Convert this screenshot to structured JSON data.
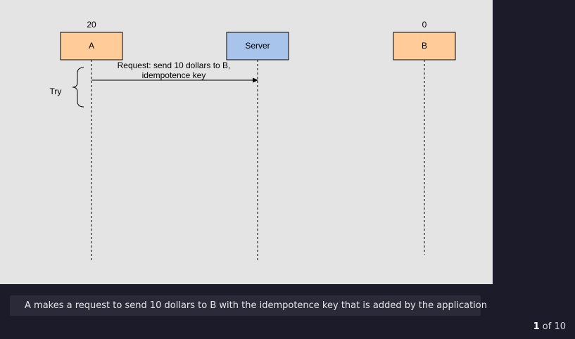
{
  "diagram": {
    "participants": [
      {
        "id": "a",
        "label": "A",
        "balance": "20",
        "color": "#ffcc99"
      },
      {
        "id": "server",
        "label": "Server",
        "balance": "",
        "color": "#a9c4eb"
      },
      {
        "id": "b",
        "label": "B",
        "balance": "0",
        "color": "#ffcc99"
      }
    ],
    "message": {
      "from": "A",
      "to": "Server",
      "line1": "Request: send 10 dollars to  B,",
      "line2": "idempotence key"
    },
    "try_label": "Try"
  },
  "caption": "A makes a request to send 10 dollars to B with the idempotence key that is added by the application",
  "pager": {
    "current": "1",
    "of_text": "of 10"
  },
  "colors": {
    "canvas": "#e4e4e4",
    "page_bg": "#1c1b29",
    "caption_bg": "#2b2a39"
  }
}
